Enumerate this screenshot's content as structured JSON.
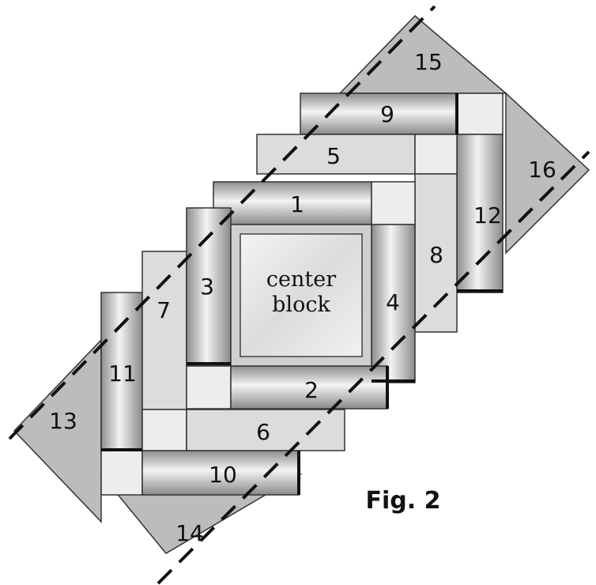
{
  "figure": {
    "label": "Fig. 2",
    "center_block": [
      "center",
      "block"
    ],
    "pieces": {
      "p1": "1",
      "p2": "2",
      "p3": "3",
      "p4": "4",
      "p5": "5",
      "p6": "6",
      "p7": "7",
      "p8": "8",
      "p9": "9",
      "p10": "10",
      "p11": "11",
      "p12": "12",
      "p13": "13",
      "p14": "14",
      "p15": "15",
      "p16": "16"
    }
  },
  "colors": {
    "gray_triangle": "#bcbcbc",
    "light_strip": "#dcdcdc",
    "medium_strip": "#b9b9b9",
    "cornerstone": "#ededed",
    "outline": "#222222"
  }
}
